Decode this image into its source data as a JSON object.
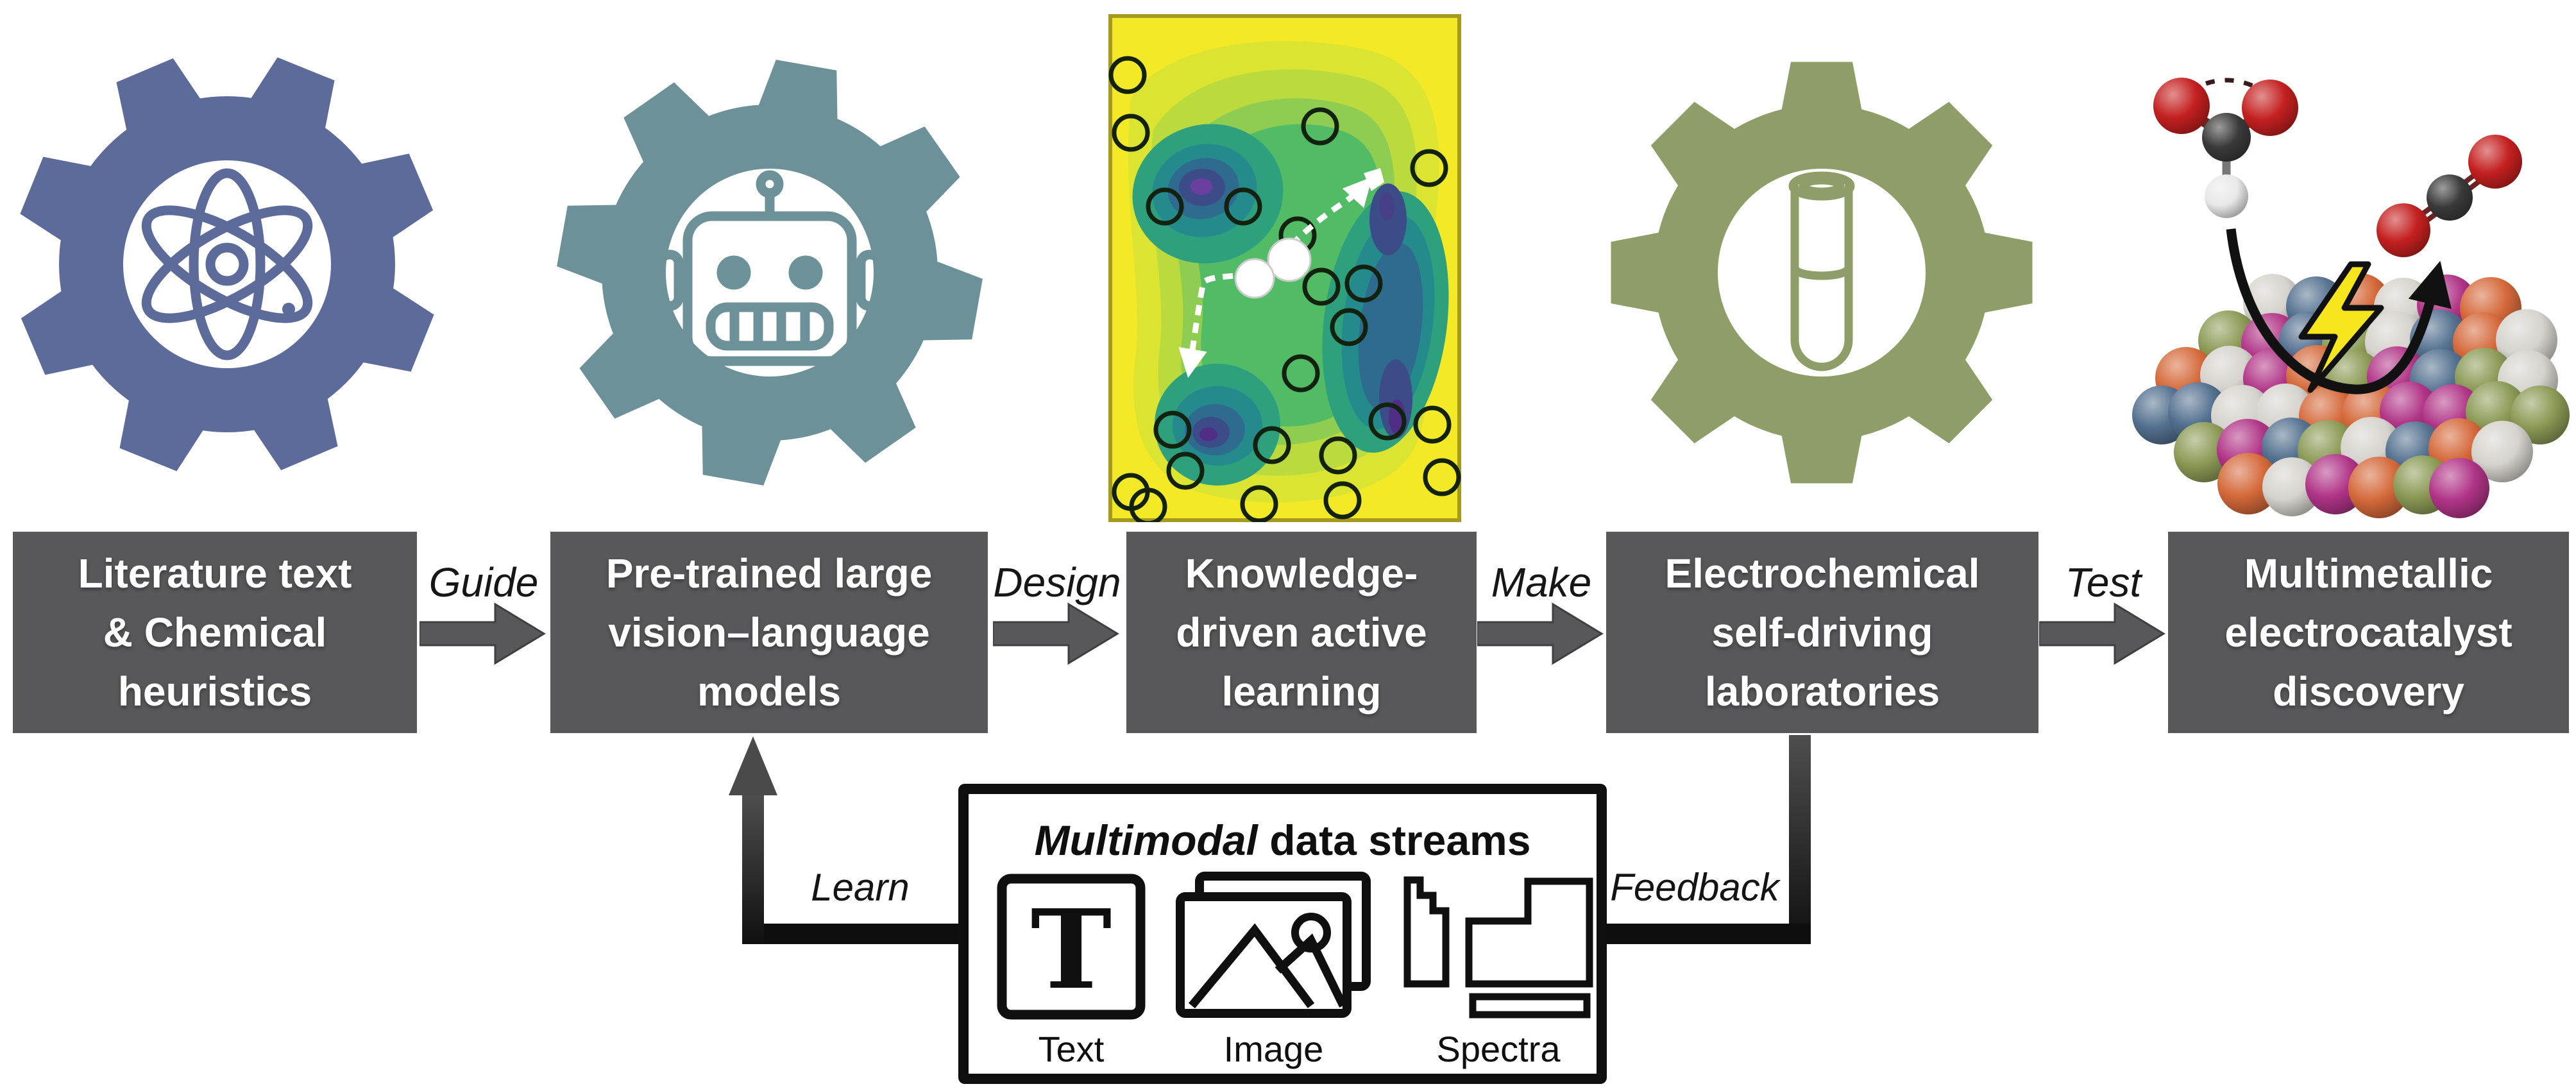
{
  "figure": {
    "description": "Closed-loop pipeline for multimetallic electrocatalyst discovery",
    "background": "#ffffff"
  },
  "colors": {
    "stage_box": "#58585a",
    "stage_text": "#ffffff",
    "connector_arrow": "#58585a",
    "connector_edge": "#3f3f42",
    "gear_blue": "#5d6b9b",
    "gear_teal": "#6d9199",
    "gear_olive": "#8f9d68",
    "loop_line": "#0e0e0e",
    "loop_arrow_grey": "#4a4a4a",
    "lightning_yellow": "#f7e51e",
    "molecule_red": "#c42020",
    "molecule_carbon": "#3a3a3a",
    "molecule_hydrogen": "#e8e8e8",
    "sphere_white": "#d6d2cd",
    "sphere_orange": "#d4693a",
    "sphere_magenta": "#b03487",
    "sphere_olive": "#8a9a55",
    "sphere_blue": "#53708f",
    "contour_yellow": "#f3e926",
    "contour_border": "#a39a1e"
  },
  "pipeline": {
    "stages": [
      {
        "id": "literature",
        "icon": "atom-gear",
        "lines": [
          "Literature text",
          "& Chemical",
          "heuristics"
        ]
      },
      {
        "id": "vlm",
        "icon": "robot-gear",
        "lines": [
          "Pre-trained large",
          "vision–language",
          "models"
        ]
      },
      {
        "id": "active-learning",
        "icon": "contour-plot",
        "lines": [
          "Knowledge-",
          "driven active",
          "learning"
        ]
      },
      {
        "id": "self-driving-lab",
        "icon": "test-tube-gear",
        "lines": [
          "Electrochemical",
          "self-driving",
          "laboratories"
        ]
      },
      {
        "id": "discovery",
        "icon": "catalyst-cluster",
        "lines": [
          "Multimetallic",
          "electrocatalyst",
          "discovery"
        ]
      }
    ],
    "connectors": [
      {
        "label": "Guide"
      },
      {
        "label": "Design"
      },
      {
        "label": "Make"
      },
      {
        "label": "Test"
      }
    ]
  },
  "feedback_loop": {
    "learn_label": "Learn",
    "feedback_label": "Feedback"
  },
  "data_streams": {
    "title_emphasis": "Multimodal",
    "title_rest": " data streams",
    "items": [
      {
        "label": "Text",
        "icon": "text-icon"
      },
      {
        "label": "Image",
        "icon": "image-icon"
      },
      {
        "label": "Spectra",
        "icon": "spectra-icon"
      }
    ]
  }
}
